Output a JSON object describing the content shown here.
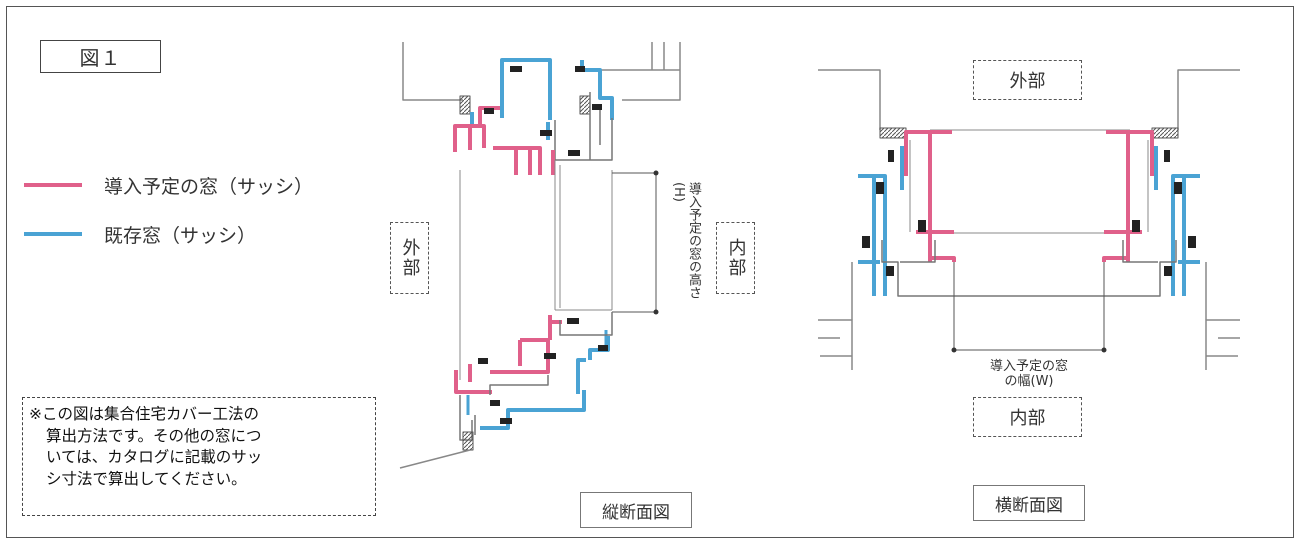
{
  "figure": {
    "title": "図１"
  },
  "legend": [
    {
      "label": "導入予定の窓（サッシ）",
      "color": "#e0608a"
    },
    {
      "label": "既存窓（サッシ）",
      "color": "#4aa3d4"
    }
  ],
  "vertical_section": {
    "exterior_label": "外部",
    "interior_label": "内部",
    "height_dimension_label": "導入予定の窓の高さ(H)",
    "caption": "縦断面図"
  },
  "horizontal_section": {
    "exterior_label": "外部",
    "interior_label": "内部",
    "width_dimension_label_line1": "導入予定の窓",
    "width_dimension_label_line2": "の幅(W)",
    "caption": "横断面図"
  },
  "note": {
    "line1": "※この図は集合住宅カバー工法の",
    "line2": "算出方法です。その他の窓につ",
    "line3": "いては、カタログに記載のサッ",
    "line4": "シ寸法で算出してください。"
  }
}
